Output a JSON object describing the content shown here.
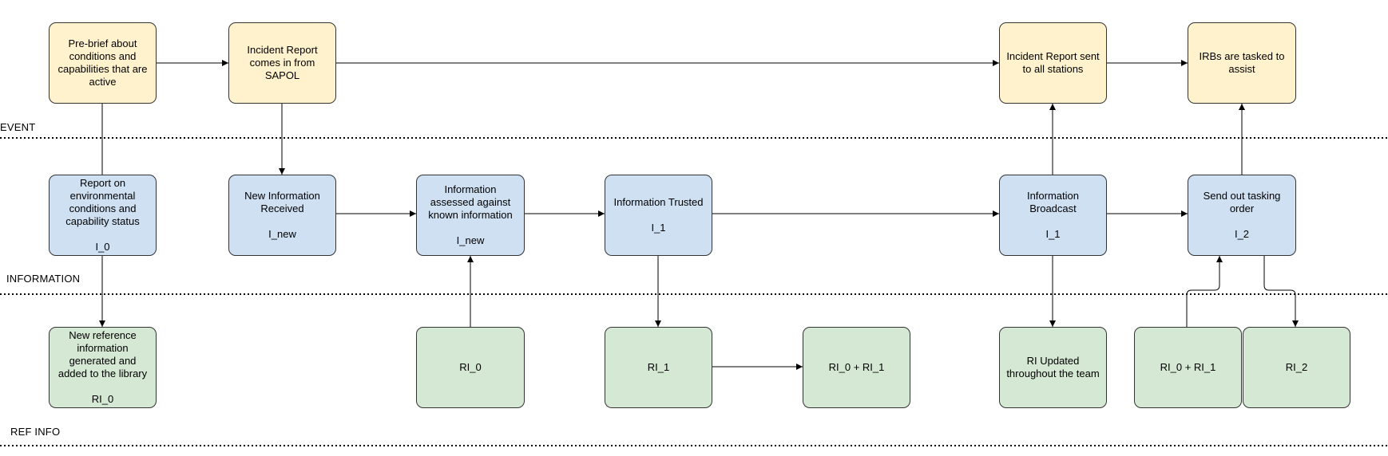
{
  "lanes": {
    "event": "EVENT",
    "information": "INFORMATION",
    "ref_info": "REF INFO"
  },
  "nodes": {
    "prebrief": "Pre-brief about\nconditions and\ncapabilities that are\nactive",
    "incident_report": "Incident Report\ncomes in from\nSAPOL",
    "incident_sent": "Incident Report sent\nto all stations",
    "irbs_tasked": "IRBs are tasked to\nassist",
    "report_env": "Report on\nenvironmental\nconditions and\ncapability status\n\nI_0",
    "new_info": "New Information\nReceived\n\nI_new",
    "info_assessed": "Information\nassessed against\nknown information\n\nI_new",
    "info_trusted": "Information Trusted\n\nI_1",
    "info_broadcast": "Information\nBroadcast\n\nI_1",
    "send_tasking": "Send out tasking\norder\n\nI_2",
    "new_ref": "New reference\ninformation\ngenerated and\nadded to the library\n\nRI_0",
    "ri0": "RI_0",
    "ri1": "RI_1",
    "ri0_ri1_a": "RI_0 + RI_1",
    "ri_updated": "RI Updated\nthroughout the team",
    "ri0_ri1_b": "RI_0 + RI_1",
    "ri2": "RI_2"
  },
  "colors": {
    "event_fill": "#fff2cc",
    "info_fill": "#cfe0f3",
    "ref_fill": "#d5e8d4"
  }
}
